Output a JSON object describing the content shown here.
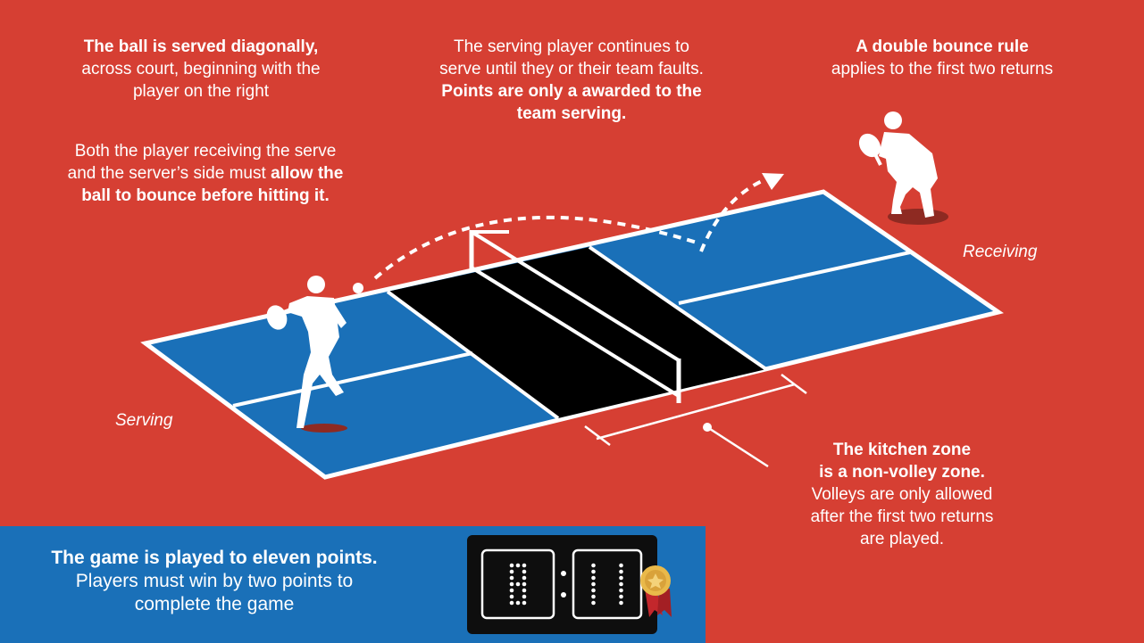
{
  "colors": {
    "background": "#D63F33",
    "court_blue": "#1A70B8",
    "kitchen": "#000000",
    "lines": "#FFFFFF",
    "bottom_panel": "#1A70B8",
    "scoreboard": "#0E0E0E",
    "medal_gold": "#E9B94A",
    "medal_ribbon": "#C3272C"
  },
  "texts": {
    "serve_title": "The ball is served diagonally,",
    "serve_line2": "across court, beginning with the",
    "serve_line3": "player on the right",
    "bounce_line1": "Both the player receiving the serve",
    "bounce_line2_a": "and the server’s side must",
    "bounce_line2_b": "allow the",
    "bounce_line3": "ball to bounce before hitting it.",
    "continue_line1": "The serving player continues to",
    "continue_line2": "serve until they or their team faults.",
    "continue_line3": "Points are only a awarded to the",
    "continue_line4": "team serving.",
    "double_title": "A double bounce rule",
    "double_line2": "applies to the first two returns",
    "serving_label": "Serving",
    "receiving_label": "Receiving",
    "kitchen_title1": "The kitchen zone",
    "kitchen_title2": "is a non-volley zone.",
    "kitchen_line3": "Volleys are only allowed",
    "kitchen_line4": "after the first two returns",
    "kitchen_line5": "are played.",
    "game_title": "The game is played to eleven points.",
    "game_line2": "Players must win by two points to",
    "game_line3": "complete the game"
  },
  "scoreboard": {
    "left": "8",
    "right": "11"
  },
  "icons": [
    "server-player-icon",
    "receiver-player-icon",
    "ball-icon",
    "medal-icon"
  ]
}
